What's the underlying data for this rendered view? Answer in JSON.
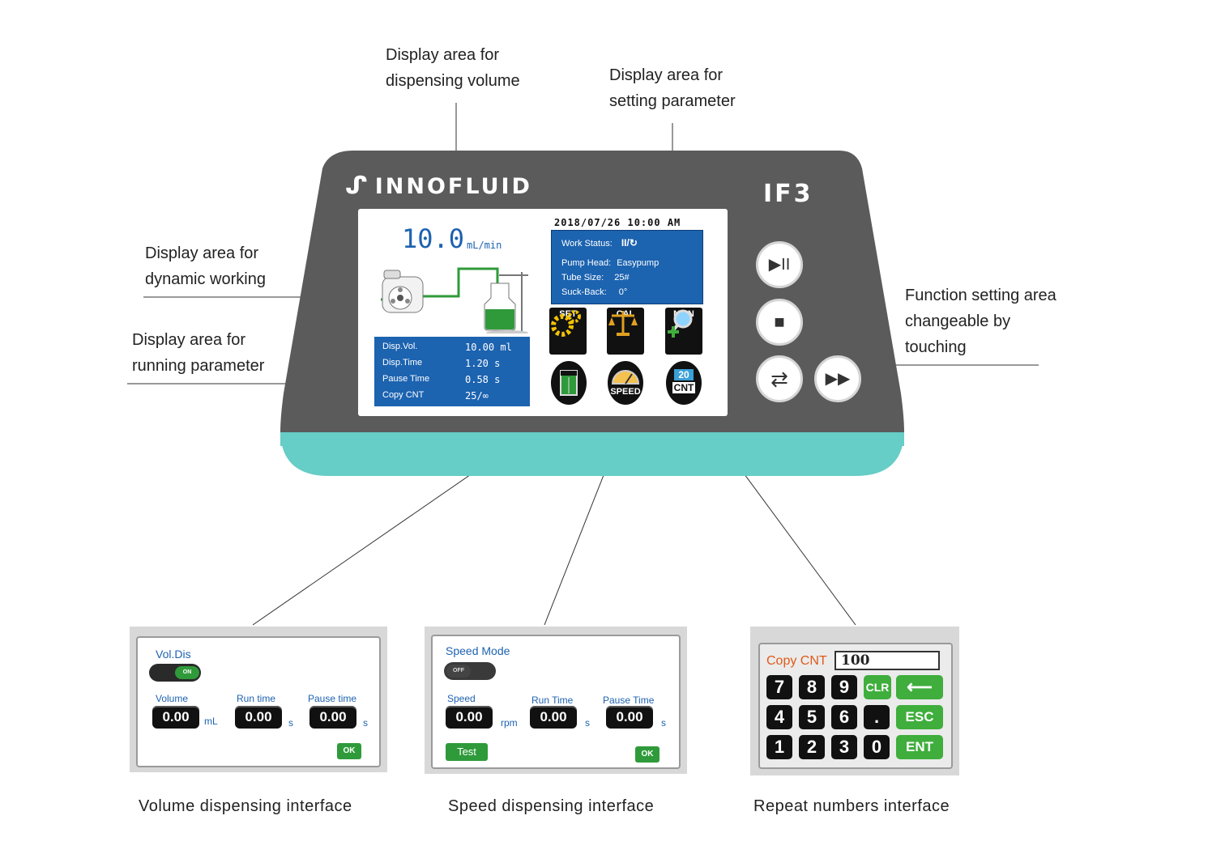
{
  "callouts": {
    "dispensing_volume": [
      "Display area for",
      "dispensing volume"
    ],
    "setting_parameter": [
      "Display area for",
      "setting parameter"
    ],
    "dynamic_working": [
      "Display area for",
      "dynamic working"
    ],
    "running_parameter": [
      "Display area for",
      "running parameter"
    ],
    "function_setting": [
      "Function setting area",
      "changeable by",
      "touching"
    ]
  },
  "device": {
    "brand": "INNOFLUID",
    "model": "IF3",
    "colors": {
      "body": "#5b5b5b",
      "base": "#66cdc7",
      "screen_panel": "#1c63b0"
    }
  },
  "screen": {
    "flow_value": "10.0",
    "flow_unit": "mL/min",
    "datetime": "2018/07/26 10:00 AM",
    "status": {
      "work_status_label": "Work Status:",
      "work_status_value": "II/↻",
      "pump_head_label": "Pump Head:",
      "pump_head_value": "Easypump",
      "tube_size_label": "Tube Size:",
      "tube_size_value": "25#",
      "suck_back_label": "Suck-Back:",
      "suck_back_value": "0°"
    },
    "running": {
      "rows": [
        {
          "label": "Disp.Vol.",
          "value": "10.00 ml"
        },
        {
          "label": "Disp.Time",
          "value": "1.20  s"
        },
        {
          "label": "Pause Time",
          "value": "0.58  s"
        },
        {
          "label": "Copy CNT",
          "value": "25/∞"
        }
      ]
    },
    "function_icons": {
      "set": "SET",
      "cal": "CAL",
      "mon": "MON",
      "speed": "SPEED",
      "cnt_top": "20",
      "cnt_bottom": "CNT"
    }
  },
  "keys": {
    "play_pause": "▶II",
    "stop": "■",
    "reverse": "⇄",
    "fast_forward": "▶▶"
  },
  "volume_panel": {
    "title": "Vol.Dis",
    "toggle": "ON",
    "volume_label": "Volume",
    "volume_value": "0.00",
    "volume_unit": "mL",
    "run_time_label": "Run time",
    "run_time_value": "0.00",
    "run_time_unit": "s",
    "pause_time_label": "Pause time",
    "pause_time_value": "0.00",
    "pause_time_unit": "s",
    "ok": "OK"
  },
  "speed_panel": {
    "title": "Speed Mode",
    "toggle": "OFF",
    "speed_label": "Speed",
    "speed_value": "0.00",
    "speed_unit": "rpm",
    "run_time_label": "Run Time",
    "run_time_value": "0.00",
    "run_time_unit": "s",
    "pause_time_label": "Pause Time",
    "pause_time_value": "0.00",
    "pause_time_unit": "s",
    "test": "Test",
    "ok": "OK"
  },
  "repeat_panel": {
    "label": "Copy CNT",
    "value": "100",
    "keys_row1": [
      "7",
      "8",
      "9"
    ],
    "keys_row2": [
      "4",
      "5",
      "6",
      "."
    ],
    "keys_row3": [
      "1",
      "2",
      "3",
      "0"
    ],
    "clr": "CLR",
    "back": "⟵",
    "esc": "ESC",
    "ent": "ENT"
  },
  "captions": {
    "volume": "Volume dispensing interface",
    "speed": "Speed dispensing interface",
    "repeat": "Repeat numbers interface"
  }
}
